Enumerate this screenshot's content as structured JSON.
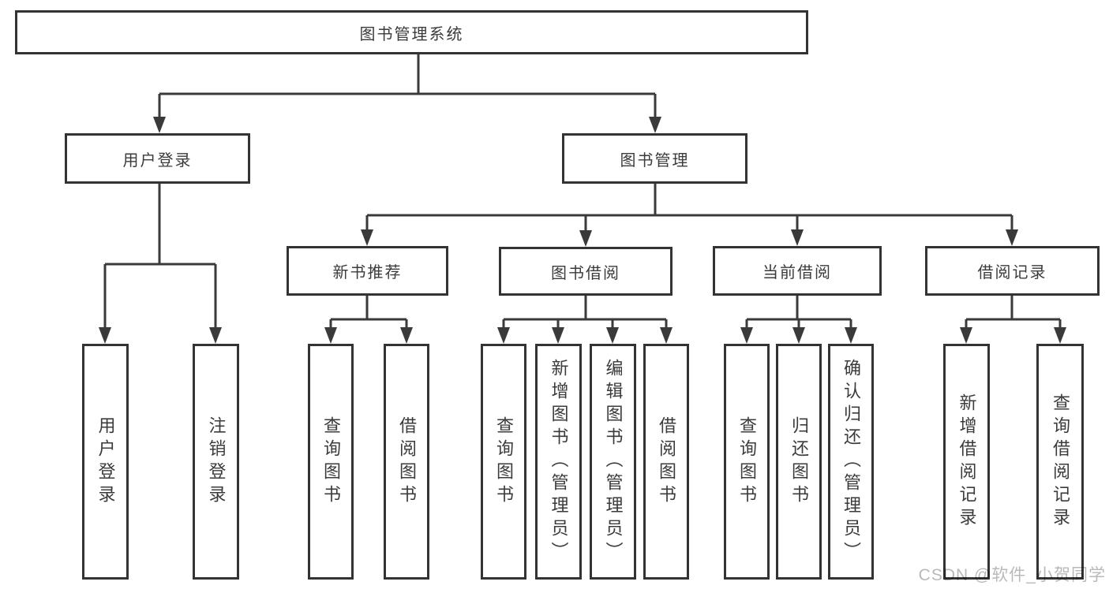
{
  "diagram_type": "hierarchy-tree",
  "root": {
    "label": "图书管理系统",
    "children": [
      {
        "label": "用户登录",
        "children": [
          {
            "label": "用户登录"
          },
          {
            "label": "注销登录"
          }
        ]
      },
      {
        "label": "图书管理",
        "children": [
          {
            "label": "新书推荐",
            "children": [
              {
                "label": "查询图书"
              },
              {
                "label": "借阅图书"
              }
            ]
          },
          {
            "label": "图书借阅",
            "children": [
              {
                "label": "查询图书"
              },
              {
                "label": "新增图书（管理员）"
              },
              {
                "label": "编辑图书（管理员）"
              },
              {
                "label": "借阅图书"
              }
            ]
          },
          {
            "label": "当前借阅",
            "children": [
              {
                "label": "查询图书"
              },
              {
                "label": "归还图书"
              },
              {
                "label": "确认归还（管理员）"
              }
            ]
          },
          {
            "label": "借阅记录",
            "children": [
              {
                "label": "新增借阅记录"
              },
              {
                "label": "查询借阅记录"
              }
            ]
          }
        ]
      }
    ]
  },
  "watermark": "CSDN @软件_小贺同学",
  "colors": {
    "line": "#3a3a3a",
    "box_border": "#333333",
    "text": "#3b3b3b",
    "watermark": "#b9b9b9",
    "background": "#ffffff"
  }
}
